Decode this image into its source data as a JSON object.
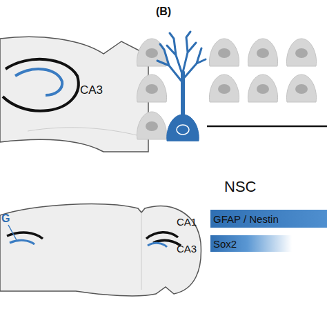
{
  "diagram": {
    "nodes": [
      {
        "text": [
          "GFAP / Nestin"
        ]
      },
      {
        "text": [
          "Sox2"
        ]
      }
    ],
    "labels": [
      "(B)",
      "CA3",
      "NSC",
      "G",
      "CA1",
      "CA3"
    ]
  }
}
